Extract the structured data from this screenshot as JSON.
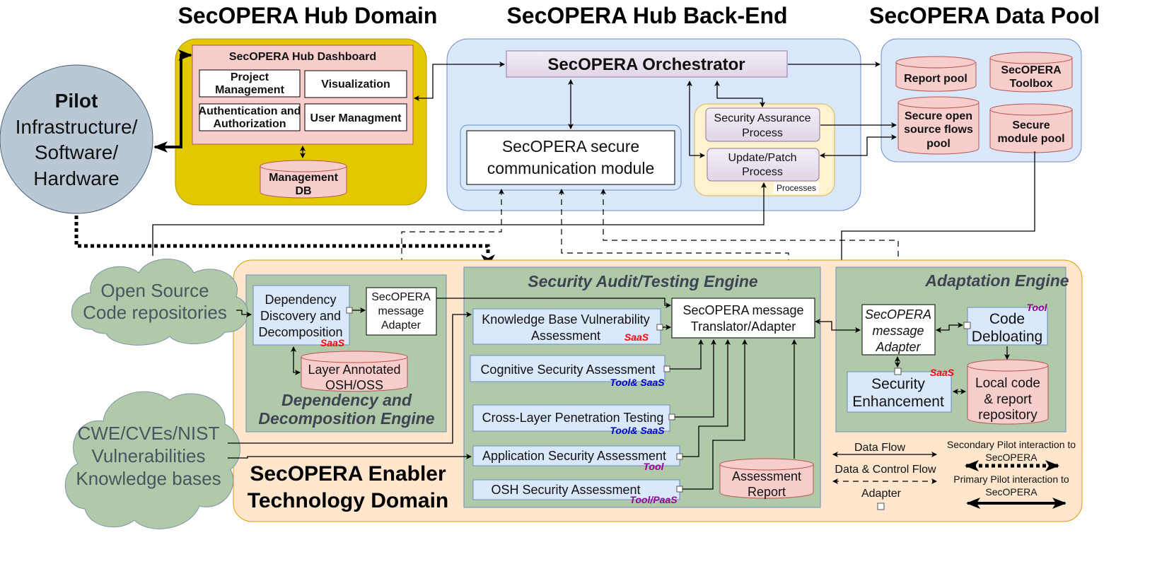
{
  "headers": {
    "hub_domain": "SecOPERA Hub Domain",
    "hub_backend": "SecOPERA Hub Back-End",
    "data_pool": "SecOPERA Data Pool"
  },
  "pilot": {
    "title": "Pilot",
    "lines": [
      "Infrastructure/",
      "Software/",
      "Hardware"
    ]
  },
  "hub_domain": {
    "dashboard_title": "SecOPERA Hub Dashboard",
    "project_management": [
      "Project",
      "Management"
    ],
    "visualization": "Visualization",
    "auth": [
      "Authentication and",
      "Authorization"
    ],
    "user_management": "User Managment",
    "management_db": [
      "Management",
      "DB"
    ]
  },
  "backend": {
    "orchestrator": "SecOPERA Orchestrator",
    "comm_module": [
      "SecOPERA secure",
      "communication module"
    ],
    "security_assurance": [
      "Security Assurance",
      "Process"
    ],
    "update_patch": [
      "Update/Patch",
      "Process"
    ],
    "processes_label": "Processes"
  },
  "data_pool": {
    "report_pool": "Report pool",
    "toolbox": [
      "SecOPERA",
      "Toolbox"
    ],
    "secure_flows_pool": [
      "Secure open",
      "source flows",
      "pool"
    ],
    "secure_module_pool": [
      "Secure",
      "module pool"
    ]
  },
  "clouds": {
    "open_source": [
      "Open Source",
      "Code repositories"
    ],
    "cwe": [
      "CWE/CVEs/NIST",
      "Vulnerabilities",
      "Knowledge bases"
    ]
  },
  "enabler": {
    "title": [
      "SecOPERA Enabler",
      "Technology Domain"
    ],
    "dependency_engine": {
      "title": [
        "Dependency and",
        "Decomposition Engine"
      ],
      "discovery": [
        "Dependency",
        "Discovery and",
        "Decomposition"
      ],
      "discovery_tag": "SaaS",
      "adapter": [
        "SecOPERA",
        "message",
        "Adapter"
      ],
      "layer_db": [
        "Layer Annotated",
        "OSH/OSS"
      ]
    },
    "audit_engine": {
      "title": "Security Audit/Testing Engine",
      "translator": [
        "SecOPERA message",
        "Translator/Adapter"
      ],
      "kb_vuln": [
        "Knowledge Base Vulnerability",
        "Assessment"
      ],
      "kb_vuln_tag": "SaaS",
      "cognitive": "Cognitive Security Assessment",
      "cognitive_tag": "Tool& SaaS",
      "pentest": "Cross-Layer Penetration Testing",
      "pentest_tag": "Tool& SaaS",
      "appsec": "Application Security Assessment",
      "appsec_tag": "Tool",
      "osh": "OSH Security Assessment",
      "osh_tag": "Tool/PaaS",
      "report": [
        "Assessment",
        "Report"
      ]
    },
    "adaptation_engine": {
      "title": "Adaptation Engine",
      "adapter": [
        "SecOPERA",
        "message",
        "Adapter"
      ],
      "debloating": [
        "Code",
        "Debloating"
      ],
      "debloating_tag": "Tool",
      "enhancement": [
        "Security",
        "Enhancement"
      ],
      "enhancement_tag": "SaaS",
      "local_repo": [
        "Local code",
        "& report",
        "repository"
      ]
    }
  },
  "legend": {
    "data_flow": "Data Flow",
    "data_control_flow": "Data & Control Flow",
    "adapter": "Adapter",
    "secondary": [
      "Secondary Pilot interaction to",
      "SecOPERA"
    ],
    "primary": [
      "Primary Pilot interaction to",
      "SecOPERA"
    ]
  },
  "colors": {
    "hub_domain_bg": "#e3c800",
    "backend_bg": "#dae8fc",
    "enabler_bg": "#ffe6cc",
    "engine_bg": "#b0c9a9",
    "component_bg": "#dae8fc",
    "db_bg": "#f8cecc",
    "process_bg": "#e1d5e7",
    "processes_bg": "#fff2cc",
    "pilot_bg": "#b9c8d4",
    "saas_tag": "#ff0000",
    "toolsaas_tag": "#0000cc",
    "tool_tag": "#990099"
  }
}
